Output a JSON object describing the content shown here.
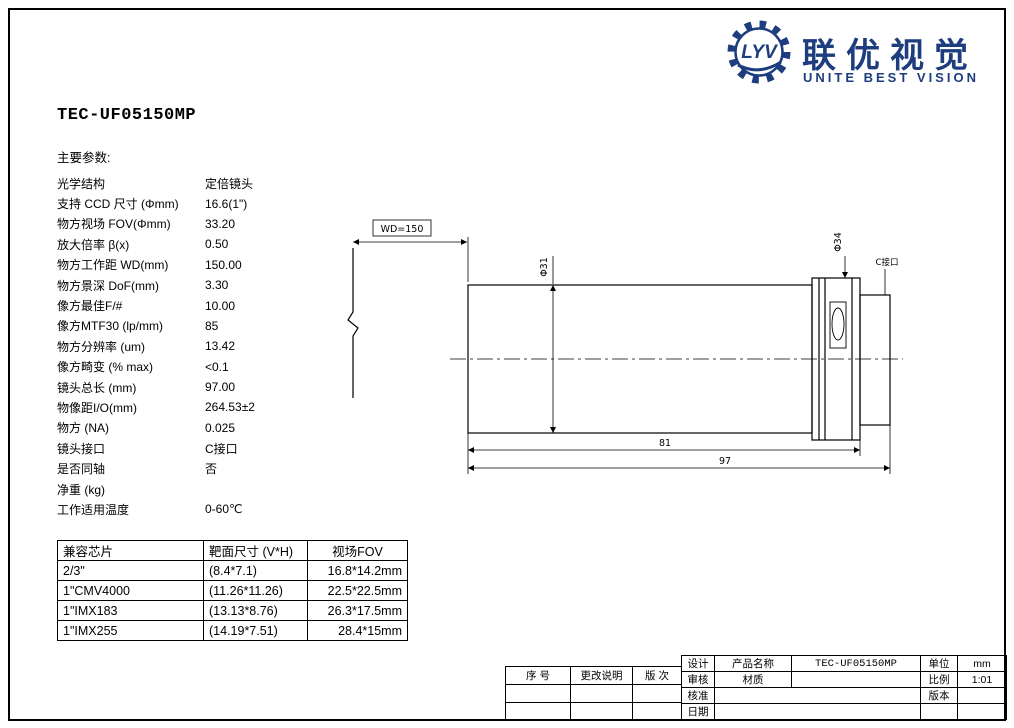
{
  "page": {
    "title": "TEC-UF05150MP"
  },
  "logo": {
    "monogram": "LYV",
    "name_cn": "联优视觉",
    "name_en": "UNITE BEST VISION",
    "color": "#1d3d7f"
  },
  "params": {
    "heading": "主要参数:",
    "rows": [
      {
        "label": "光学结构",
        "value": "定倍镜头"
      },
      {
        "label": "支持 CCD 尺寸 (Φmm)",
        "value": "16.6(1\")"
      },
      {
        "label": "物方视场 FOV(Φmm)",
        "value": "33.20"
      },
      {
        "label": "放大倍率 β(x)",
        "value": "0.50"
      },
      {
        "label": "物方工作距 WD(mm)",
        "value": "150.00"
      },
      {
        "label": "物方景深 DoF(mm)",
        "value": "3.30"
      },
      {
        "label": "像方最佳F/#",
        "value": "10.00"
      },
      {
        "label": "像方MTF30 (lp/mm)",
        "value": "85"
      },
      {
        "label": "物方分辨率 (um)",
        "value": "13.42"
      },
      {
        "label": "像方畸变 (% max)",
        "value": "<0.1"
      },
      {
        "label": "镜头总长 (mm)",
        "value": "97.00"
      },
      {
        "label": "物像距I/O(mm)",
        "value": "264.53±2"
      },
      {
        "label": "物方 (NA)",
        "value": "0.025"
      },
      {
        "label": "镜头接口",
        "value": "C接口"
      },
      {
        "label": "是否同轴",
        "value": "否"
      },
      {
        "label": "净重 (kg)",
        "value": ""
      },
      {
        "label": "工作适用温度",
        "value": "0-60℃"
      }
    ]
  },
  "drawing": {
    "labels": {
      "wd": "WD=150",
      "dia_barrel": "Φ31",
      "dia_flange": "Φ34",
      "mount": "C接口",
      "len_body": "81",
      "len_total": "97"
    }
  },
  "compat_table": {
    "headers": [
      "兼容芯片",
      "靶面尺寸 (V*H)",
      "视场FOV"
    ],
    "rows": [
      [
        "2/3\"",
        "(8.4*7.1)",
        "16.8*14.2mm"
      ],
      [
        "1\"CMV4000",
        "(11.26*11.26)",
        "22.5*22.5mm"
      ],
      [
        "1\"IMX183",
        "(13.13*8.76)",
        "26.3*17.5mm"
      ],
      [
        "1\"IMX255",
        "(14.19*7.51)",
        "28.4*15mm"
      ]
    ]
  },
  "title_block": {
    "rev_seq_label": "序 号",
    "rev_desc_label": "更改说明",
    "rev_no_label": "版 次",
    "design_label": "设计",
    "product_label": "产品名称",
    "product_value": "TEC-UF05150MP",
    "unit_label": "单位",
    "unit_value": "mm",
    "review_label": "审核",
    "material_label": "材质",
    "scale_label": "比例",
    "scale_value": "1:01",
    "approve_label": "核准",
    "version_label": "版本",
    "date_label": "日期"
  }
}
